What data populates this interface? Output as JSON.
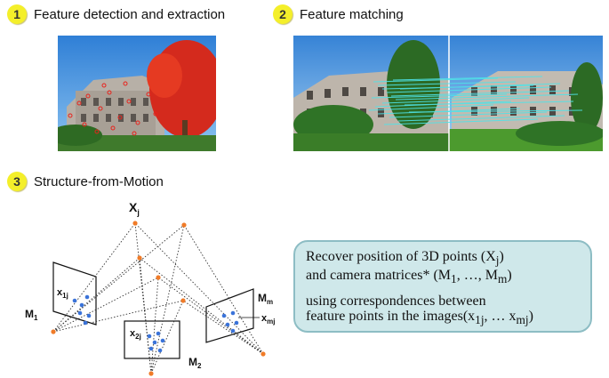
{
  "steps": [
    {
      "num": "1",
      "title": "Feature detection and extraction"
    },
    {
      "num": "2",
      "title": "Feature matching"
    },
    {
      "num": "3",
      "title": "Structure-from-Motion"
    }
  ],
  "diagram": {
    "point_label": "X",
    "point_sub": "j",
    "cam1_label": "M",
    "cam1_sub": "1",
    "cam2_label": "M",
    "cam2_sub": "2",
    "camm_label": "M",
    "camm_sub": "m",
    "x1j_label": "x",
    "x1j_sub": "1j",
    "x2j_label": "x",
    "x2j_sub": "2j",
    "xmj_label": "x",
    "xmj_sub": "mj"
  },
  "infobox": {
    "line1_a": "Recover position of 3D points (X",
    "line1_sub": "j",
    "line1_b": ")",
    "line2_a": "and camera matrices* (M",
    "line2_sub1": "1",
    "line2_b": ", …, M",
    "line2_sub2": "m",
    "line2_c": ")",
    "line3": "using correspondences between",
    "line4_a": "feature points in the images(x",
    "line4_sub1": "1j",
    "line4_b": ", … x",
    "line4_sub2": "mj",
    "line4_c": ")"
  },
  "colors": {
    "badge": "#f4ef2a",
    "feature": "#e8231c",
    "match": "#4fe3e8",
    "scene_point": "#f07b28",
    "image_point": "#3a73d9",
    "infobox_bg": "#cfe8ea"
  }
}
